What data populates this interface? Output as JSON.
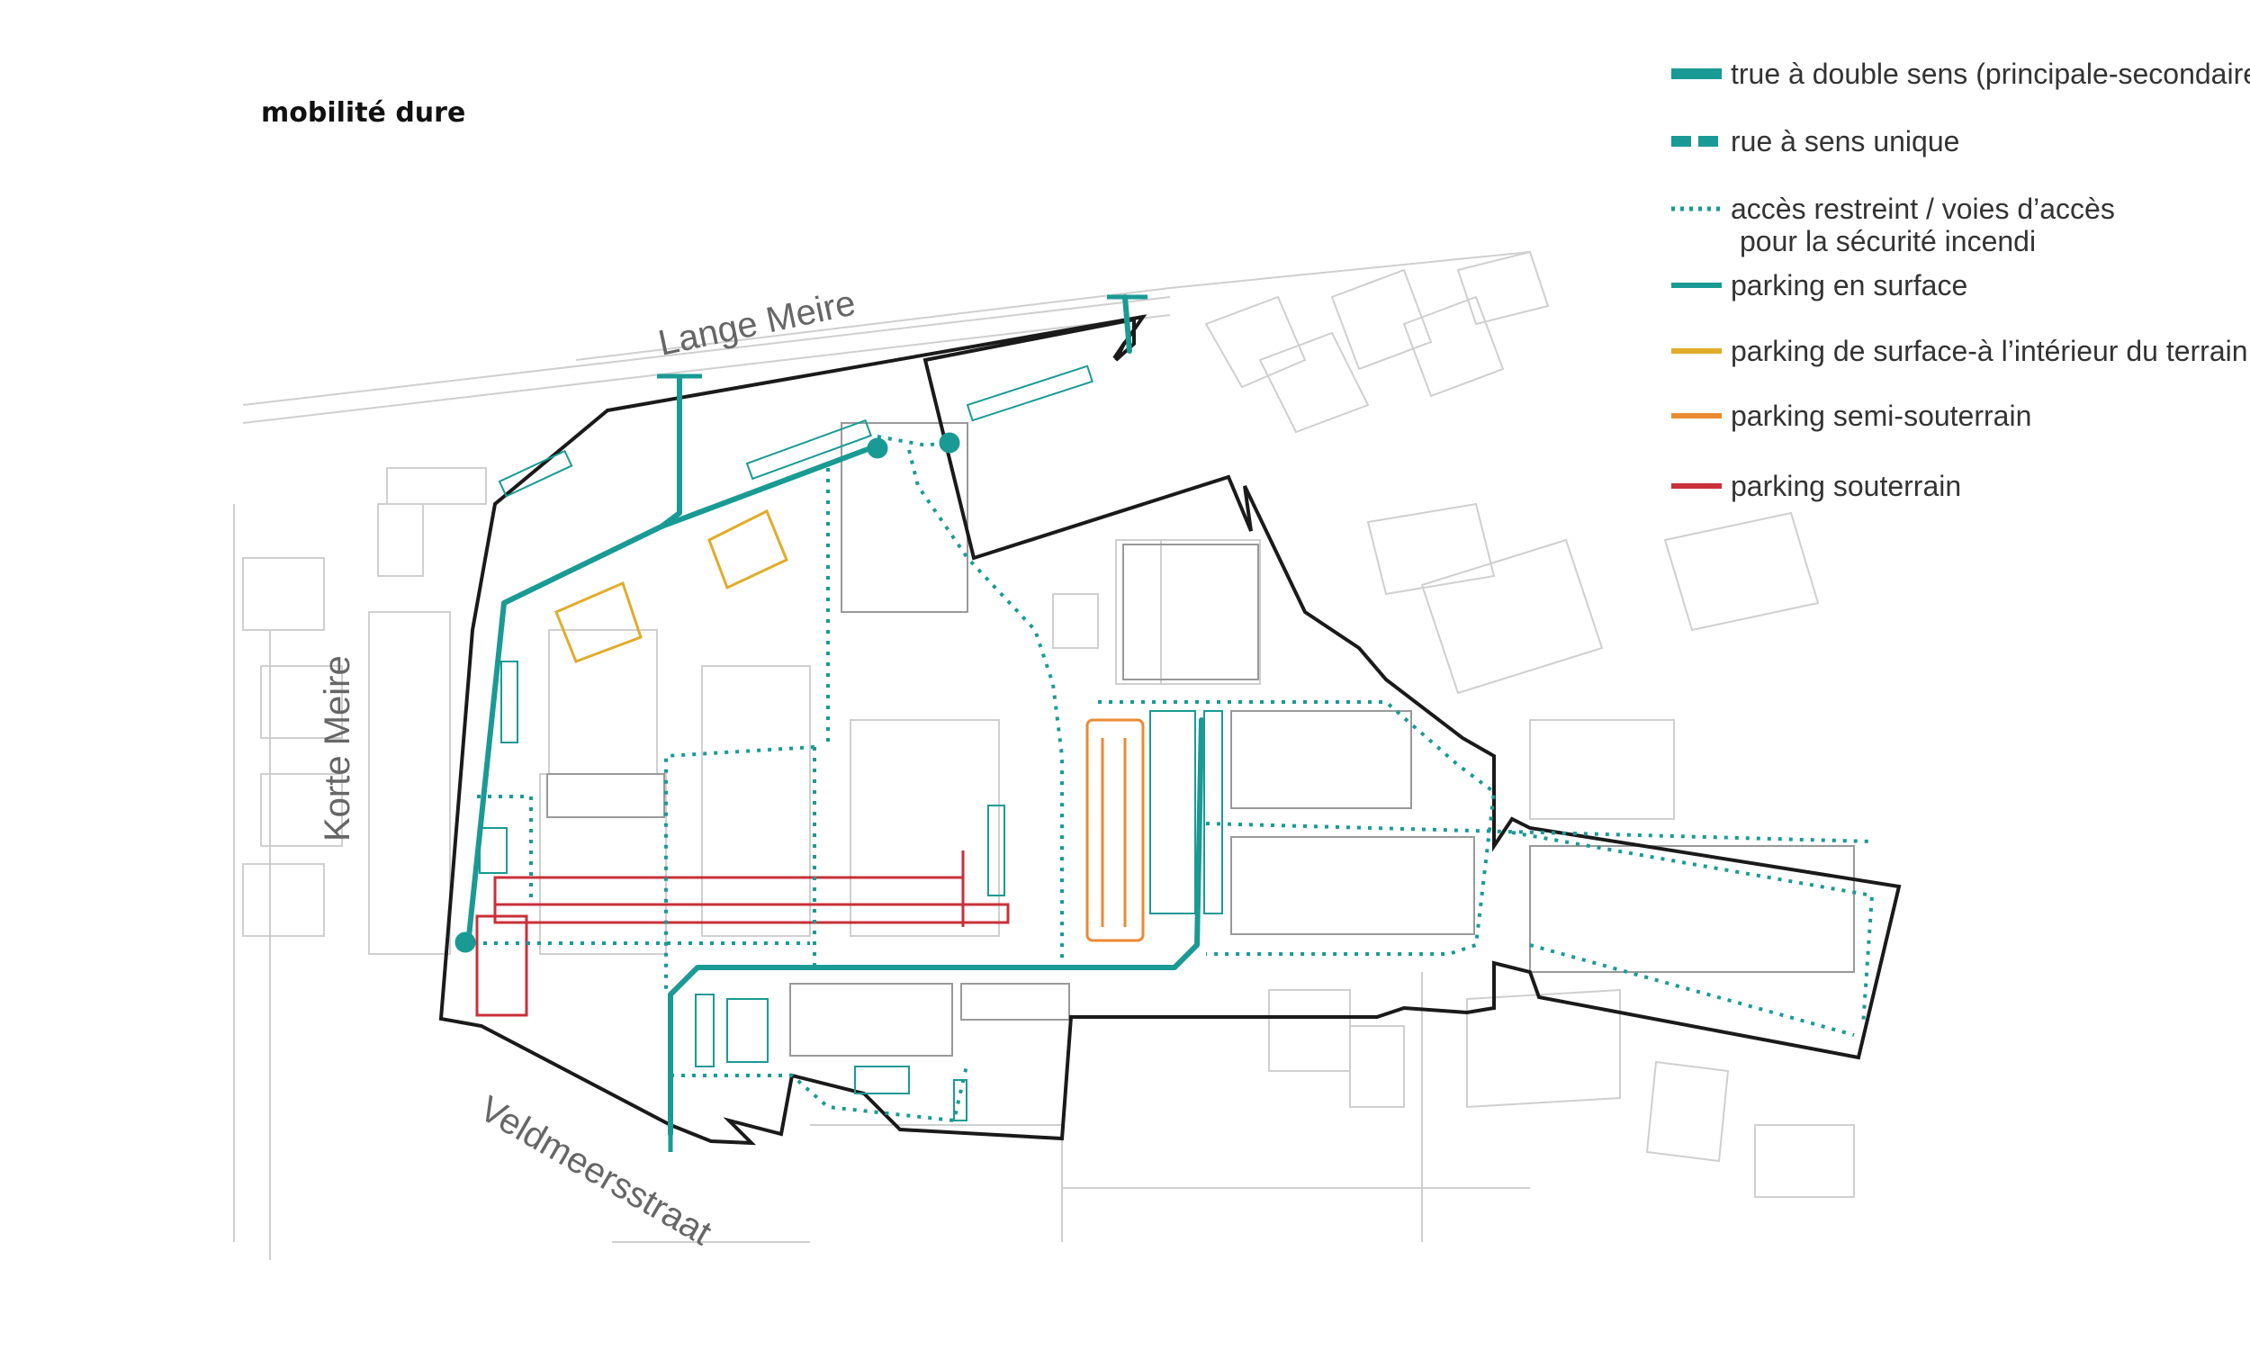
{
  "title": "mobilité dure",
  "colors": {
    "teal": "#1a9a94",
    "yellow": "#e0ac2a",
    "orange": "#ea8a33",
    "red": "#c8303a",
    "boundary": "#1a1a1a",
    "background_lines": "#c8c8c8"
  },
  "legend": [
    {
      "label": "true à double sens (principale-secondaire)",
      "symbol": "thick-teal-bar",
      "color": "#1a9a94"
    },
    {
      "label": "rue à sens unique",
      "symbol": "dashed-teal-bar",
      "color": "#1a9a94"
    },
    {
      "label": "accès restreint / voies d’accès",
      "label2": "pour la sécurité incendi",
      "symbol": "dotted-teal-line",
      "color": "#1a9a94"
    },
    {
      "label": "parking en surface",
      "symbol": "teal-line",
      "color": "#1a9a94"
    },
    {
      "label": "parking de surface-à l’intérieur du terrain",
      "symbol": "yellow-line",
      "color": "#e0ac2a"
    },
    {
      "label": "parking semi-souterrain",
      "symbol": "orange-line",
      "color": "#ea8a33"
    },
    {
      "label": "parking souterrain",
      "symbol": "red-line",
      "color": "#c8303a"
    }
  ],
  "streets": {
    "north": "Lange Meire",
    "west": "Korte Meire",
    "south": "Veldmeersstraat"
  }
}
